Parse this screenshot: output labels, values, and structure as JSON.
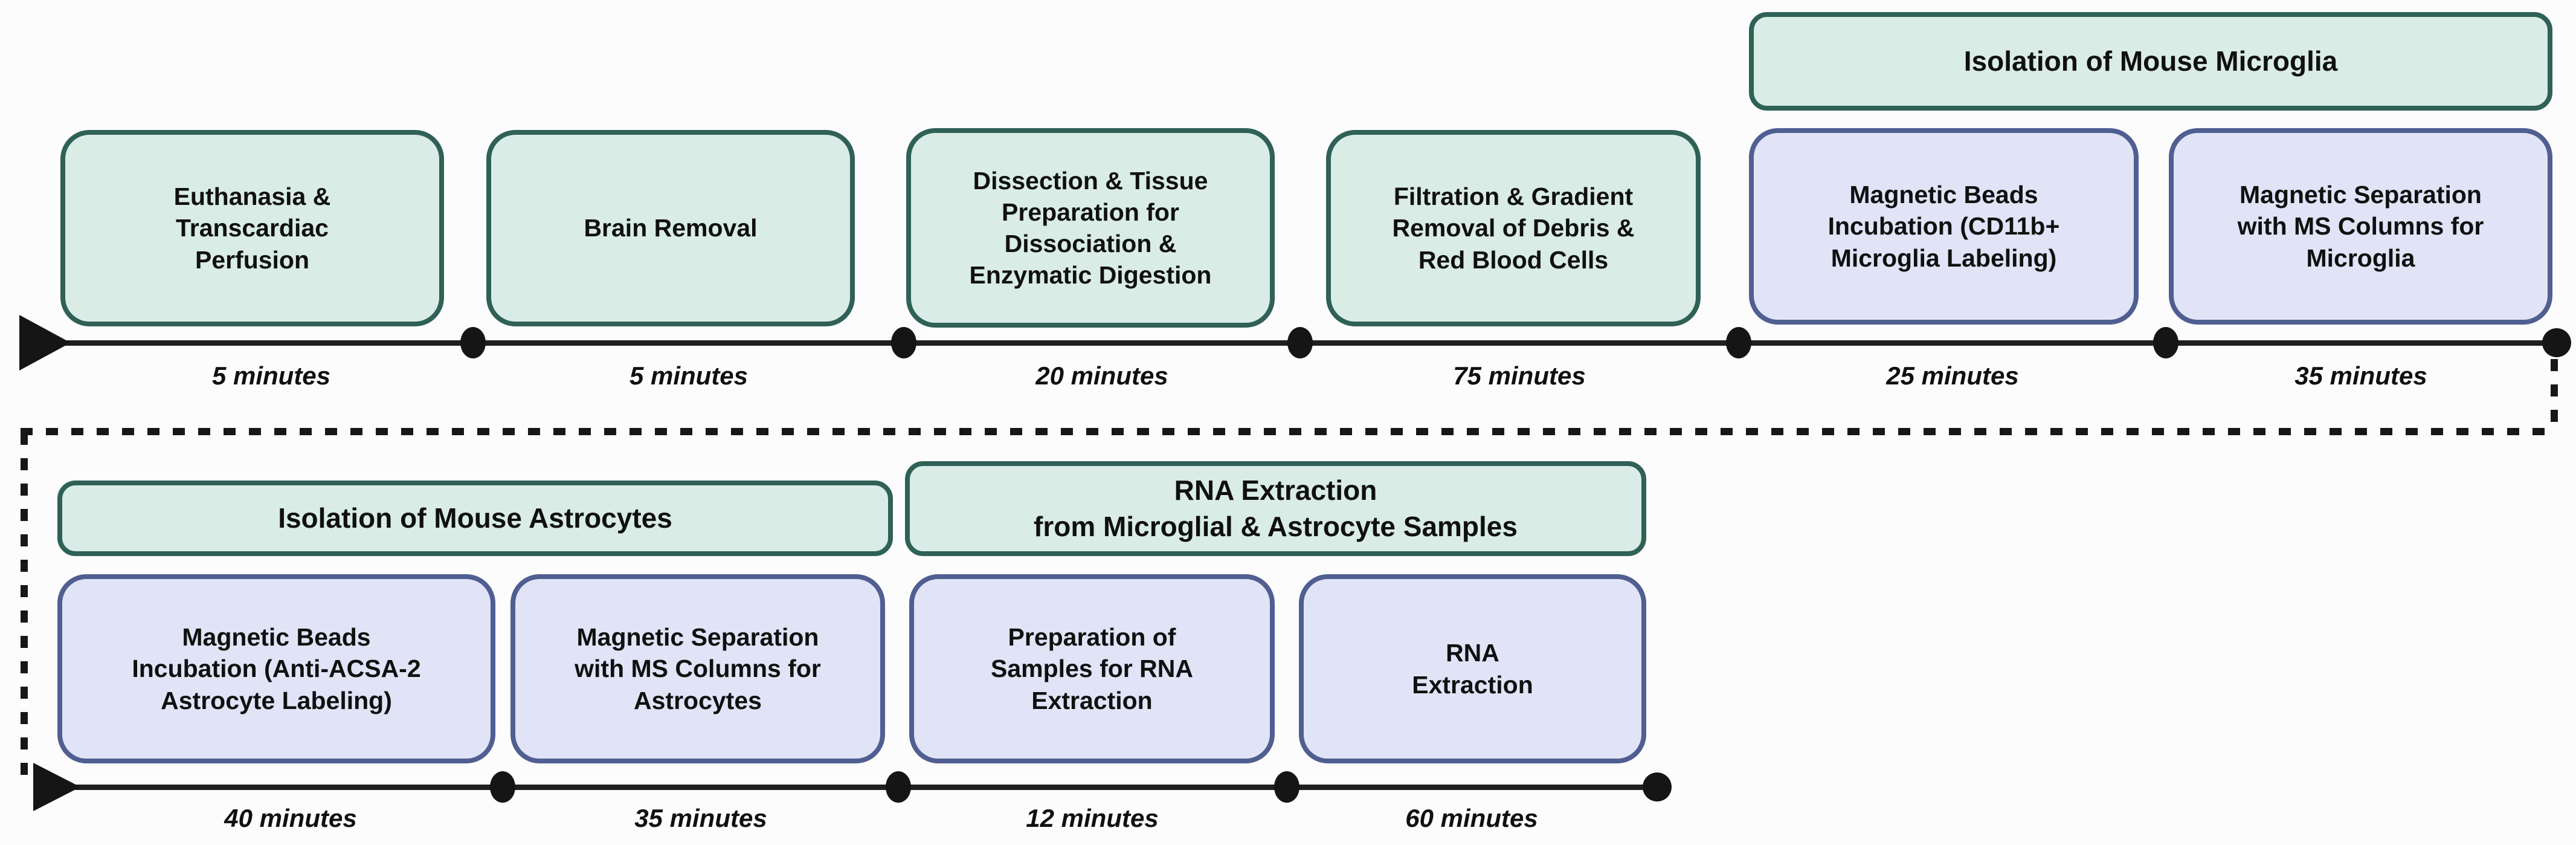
{
  "title": "Mouse microglia and astrocyte isolation protocol timeline",
  "colors": {
    "green_fill": "#d9ece6",
    "green_border": "#2f6156",
    "purple_fill": "#e0e4f6",
    "purple_border": "#505e91",
    "line_black": "#1f1f1f",
    "text": "#101010"
  },
  "top": {
    "header": "Isolation of Mouse Microglia",
    "steps": [
      {
        "label": "Euthanasia &\nTranscardiac\nPerfusion",
        "duration": "5 minutes"
      },
      {
        "label": "Brain Removal",
        "duration": "5 minutes"
      },
      {
        "label": "Dissection & Tissue\nPreparation for\nDissociation &\nEnzymatic Digestion",
        "duration": "20 minutes"
      },
      {
        "label": "Filtration & Gradient\nRemoval of Debris &\nRed Blood Cells",
        "duration": "75 minutes"
      },
      {
        "label": "Magnetic Beads\nIncubation (CD11b+\nMicroglia Labeling)",
        "duration": "25 minutes"
      },
      {
        "label": "Magnetic Separation\nwith MS Columns for\nMicroglia",
        "duration": "35 minutes"
      }
    ]
  },
  "bottom": {
    "headers": [
      "Isolation of Mouse Astrocytes",
      "RNA Extraction\nfrom Microglial & Astrocyte Samples"
    ],
    "steps": [
      {
        "label": "Magnetic Beads\nIncubation (Anti-ACSA-2\nAstrocyte Labeling)",
        "duration": "40 minutes"
      },
      {
        "label": "Magnetic Separation\nwith MS Columns for\nAstrocytes",
        "duration": "35 minutes"
      },
      {
        "label": "Preparation of\nSamples for RNA\nExtraction",
        "duration": "12 minutes"
      },
      {
        "label": "RNA\nExtraction",
        "duration": "60 minutes"
      }
    ]
  }
}
